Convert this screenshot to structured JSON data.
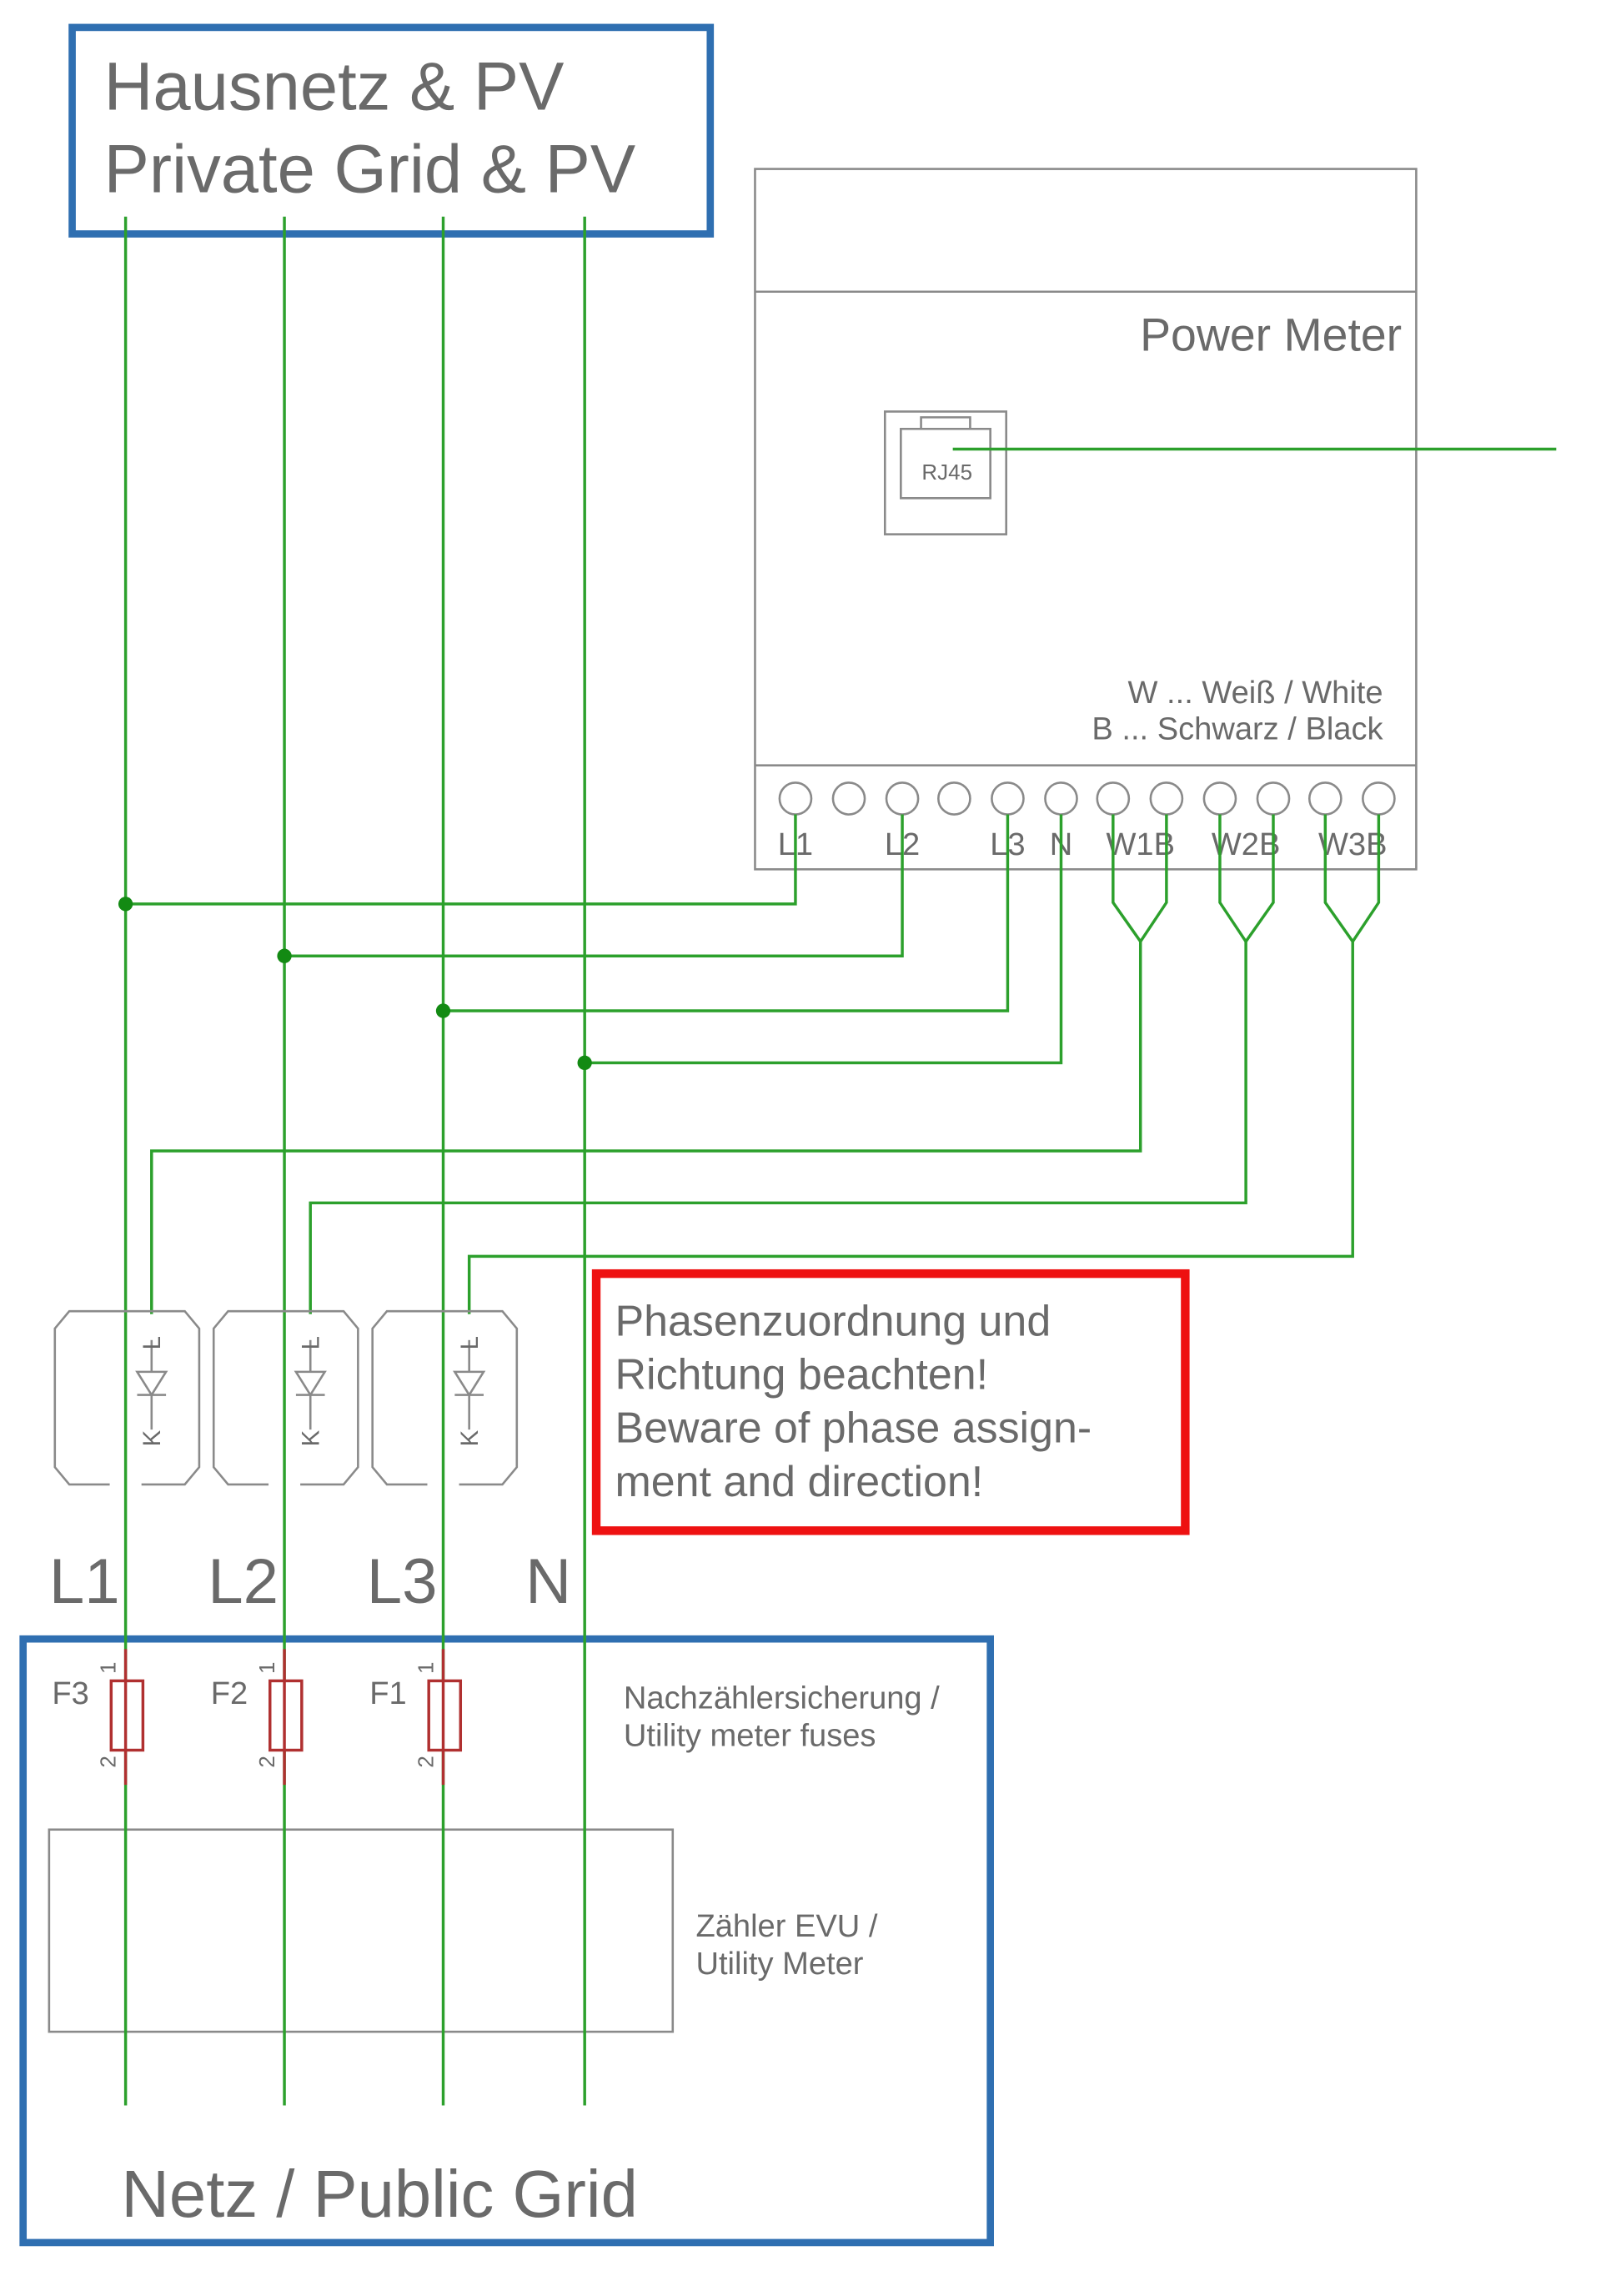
{
  "top_box": {
    "line1": "Hausnetz & PV",
    "line2": "Private Grid & PV"
  },
  "power_meter": {
    "title": "Power Meter",
    "port_label": "RJ45",
    "legend_white": "W ... Weiß / White",
    "legend_black": "B ... Schwarz / Black",
    "terminals": {
      "l1": "L1",
      "l2": "L2",
      "l3": "L3",
      "n": "N",
      "w1b": "W1B",
      "w2b": "W2B",
      "w3b": "W3B"
    }
  },
  "ct_label_l": "L",
  "ct_label_k": "K",
  "warning": {
    "line1": "Phasenzuordnung und",
    "line2": "Richtung beachten!",
    "line3": "Beware of phase assign-",
    "line4": "ment and direction!"
  },
  "phases": {
    "l1": "L1",
    "l2": "L2",
    "l3": "L3",
    "n": "N"
  },
  "grid_box": {
    "fuses": [
      {
        "name": "F3",
        "top": "1",
        "bottom": "2"
      },
      {
        "name": "F2",
        "top": "1",
        "bottom": "2"
      },
      {
        "name": "F1",
        "top": "1",
        "bottom": "2"
      }
    ],
    "fuse_caption_1": "Nachzählersicherung /",
    "fuse_caption_2": "Utility meter fuses",
    "meter_caption_1": "Zähler EVU /",
    "meter_caption_2": "Utility Meter",
    "title": "Netz / Public Grid"
  },
  "colors": {
    "wire": "#2ca02c",
    "box_border": "#2f6fb1",
    "warning": "#ee1111",
    "fuse": "#b03030",
    "outline": "#8a8a8a"
  }
}
